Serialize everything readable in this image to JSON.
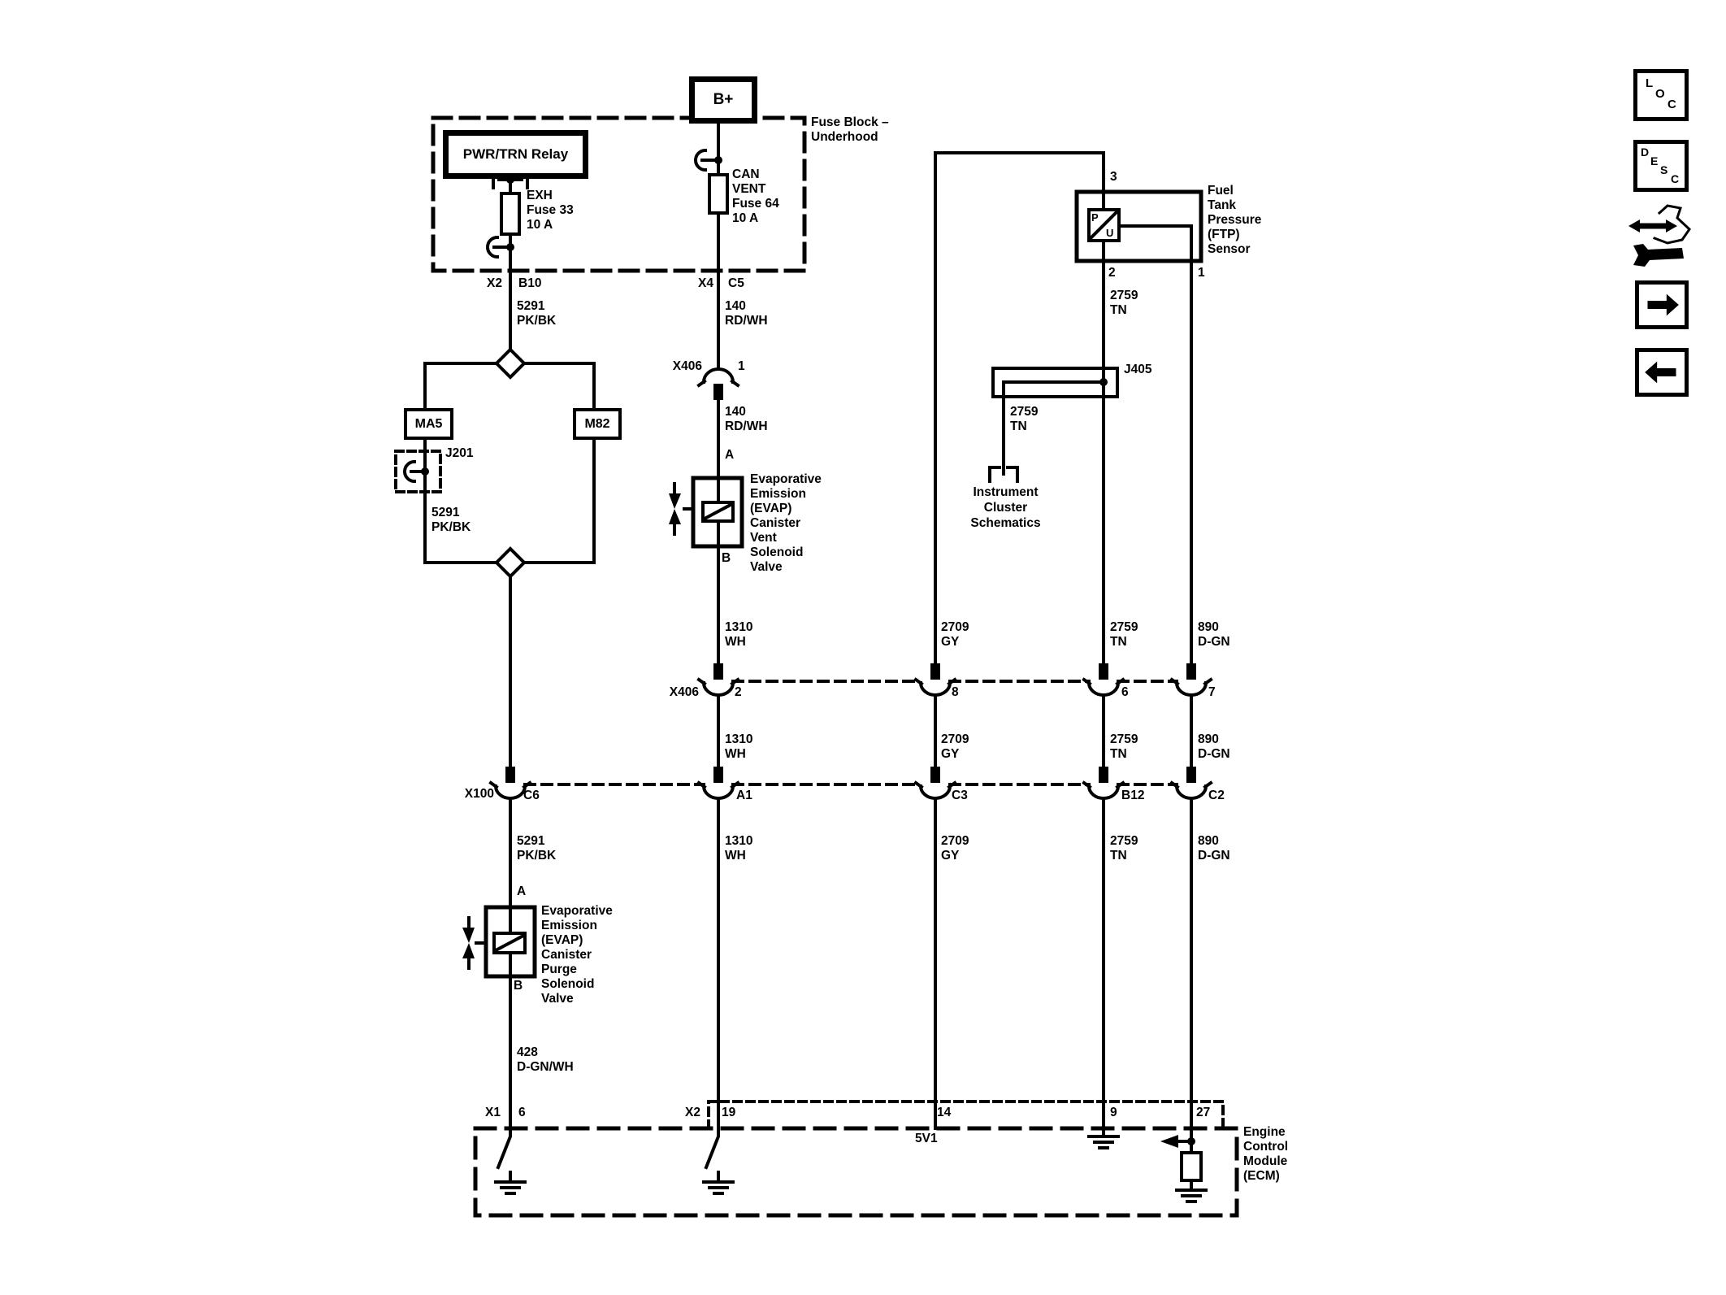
{
  "colors": {
    "ink": "#000000",
    "paper": "#ffffff"
  },
  "fuse_block": {
    "battery": "B+",
    "relay": "PWR/TRN Relay",
    "exh_fuse": "EXH\nFuse 33\n10 A",
    "can_vent_fuse": "CAN\nVENT\nFuse 64\n10 A",
    "label": "Fuse Block –\nUnderhood",
    "left_conn": {
      "side": "X2",
      "pin": "B10"
    },
    "right_conn": {
      "side": "X4",
      "pin": "C5"
    }
  },
  "wires": {
    "pk_bk_top": "5291\nPK/BK",
    "pk_bk_mid": "5291\nPK/BK",
    "rd_wh_top": "140\nRD/WH",
    "rd_wh_bot": "140\nRD/WH",
    "tn_top": "2759\nTN",
    "tn_branch": "2759\nTN",
    "gn_wh": "428\nD-GN/WH",
    "row_above_x406": [
      "1310\nWH",
      "2709\nGY",
      "2759\nTN",
      "890\nD-GN"
    ],
    "row_below_x406": [
      "1310\nWH",
      "2709\nGY",
      "2759\nTN",
      "890\nD-GN"
    ],
    "row_below_x100": [
      "5291\nPK/BK",
      "1310\nWH",
      "2709\nGY",
      "2759\nTN",
      "890\nD-GN"
    ]
  },
  "splices": {
    "j201": "J201",
    "j405": "J405"
  },
  "junctions": {
    "ma5": "MA5",
    "m82": "M82"
  },
  "connectors": {
    "x406_inline": {
      "label": "X406",
      "pin": "1"
    },
    "x406_row": {
      "label": "X406",
      "pins": [
        "2",
        "8",
        "6",
        "7"
      ]
    },
    "x100_row": {
      "label": "X100",
      "pins": [
        "C6",
        "A1",
        "C3",
        "B12",
        "C2"
      ]
    }
  },
  "components": {
    "ftp_sensor": {
      "name": "Fuel\nTank\nPressure\n(FTP)\nSensor",
      "pins": {
        "p3": "3",
        "p2": "2",
        "p1": "1"
      },
      "symbol": {
        "p": "P",
        "u": "U"
      }
    },
    "vent_valve": {
      "name": "Evaporative\nEmission\n(EVAP)\nCanister\nVent\nSolenoid\nValve",
      "pin_a": "A",
      "pin_b": "B"
    },
    "purge_valve": {
      "name": "Evaporative\nEmission\n(EVAP)\nCanister\nPurge\nSolenoid\nValve",
      "pin_a": "A",
      "pin_b": "B"
    },
    "cluster_ref": "Instrument\nCluster\nSchematics",
    "ecm": {
      "name": "Engine\nControl\nModule\n(ECM)",
      "x1": "X1",
      "x2": "X2",
      "pins": {
        "p6": "6",
        "p19": "19",
        "p14": "14",
        "p9": "9",
        "p27": "27"
      },
      "ref_5v": "5V1"
    }
  },
  "toolbar": {
    "loc": [
      "L",
      "O",
      "C"
    ],
    "desc": [
      "D",
      "E",
      "S",
      "C"
    ]
  }
}
